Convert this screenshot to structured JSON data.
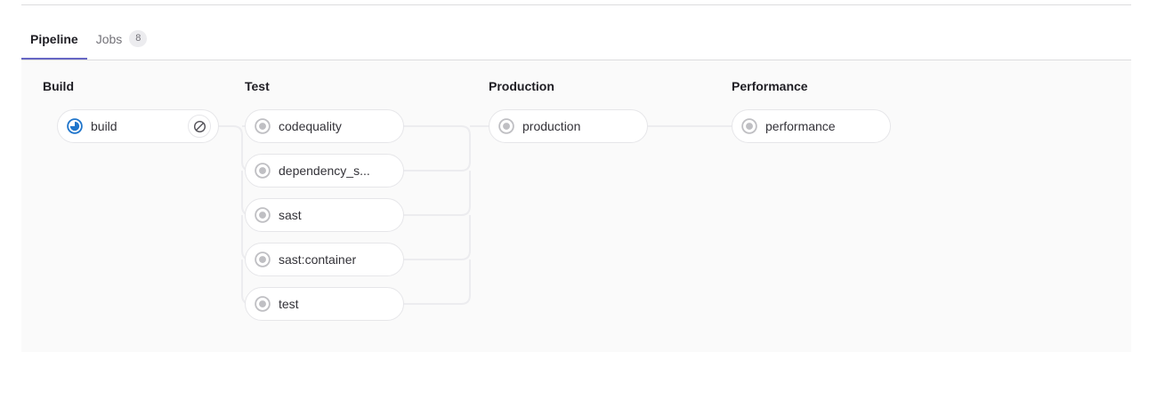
{
  "tabs": [
    {
      "label": "Pipeline",
      "name": "tab-pipeline",
      "active": true,
      "badge": null
    },
    {
      "label": "Jobs",
      "name": "tab-jobs",
      "active": false,
      "badge": "8"
    }
  ],
  "colors": {
    "active_tab_underline": "#6666c4",
    "panel_background": "#fafafa",
    "running_status": "#1f75cb",
    "created_status": "#bfbfc3",
    "connector_line": "#ececef",
    "job_border": "#e6e6e9",
    "text_primary": "#333238",
    "text_muted": "#737278"
  },
  "pipeline": {
    "stages": [
      {
        "name": "build",
        "title": "Build",
        "jobs": [
          {
            "label": "build",
            "status": "running",
            "status_icon": "status-running-icon",
            "action": "cancel",
            "action_icon": "cancel-icon"
          }
        ]
      },
      {
        "name": "test",
        "title": "Test",
        "jobs": [
          {
            "label": "codequality",
            "status": "created",
            "status_icon": "status-created-icon",
            "action": null,
            "action_icon": null
          },
          {
            "label": "dependency_s...",
            "status": "created",
            "status_icon": "status-created-icon",
            "action": null,
            "action_icon": null
          },
          {
            "label": "sast",
            "status": "created",
            "status_icon": "status-created-icon",
            "action": null,
            "action_icon": null
          },
          {
            "label": "sast:container",
            "status": "created",
            "status_icon": "status-created-icon",
            "action": null,
            "action_icon": null
          },
          {
            "label": "test",
            "status": "created",
            "status_icon": "status-created-icon",
            "action": null,
            "action_icon": null
          }
        ]
      },
      {
        "name": "production",
        "title": "Production",
        "jobs": [
          {
            "label": "production",
            "status": "created",
            "status_icon": "status-created-icon",
            "action": null,
            "action_icon": null
          }
        ]
      },
      {
        "name": "performance",
        "title": "Performance",
        "jobs": [
          {
            "label": "performance",
            "status": "created",
            "status_icon": "status-created-icon",
            "action": null,
            "action_icon": null
          }
        ]
      }
    ]
  }
}
